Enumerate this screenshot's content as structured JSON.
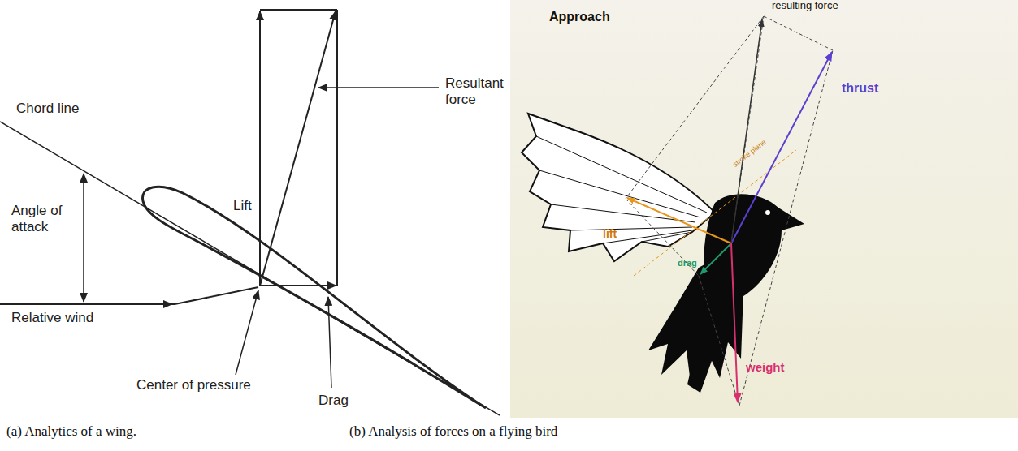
{
  "diagram": {
    "labels": [
      "Lift",
      "Resultant force",
      "Chord line",
      "Angle of attack",
      "Relative wind",
      "Center of pressure",
      "Drag",
      "(a) Analytics of a wing.",
      "Approach",
      "resulting force",
      "thrust",
      "stroke plane",
      "lift",
      "drag",
      "weight",
      "(b) Analysis of forces on a flying bird"
    ]
  }
}
